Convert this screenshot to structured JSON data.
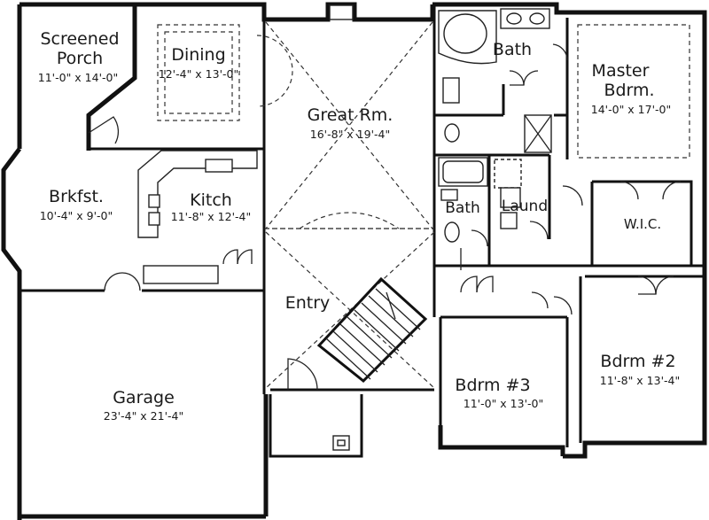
{
  "rooms": {
    "screened_porch": {
      "name_line1": "Screened",
      "name_line2": "Porch",
      "dims": "11'-0\" x 14'-0\""
    },
    "dining": {
      "name": "Dining",
      "dims": "12'-4\" x 13'-0\""
    },
    "great_room": {
      "name": "Great Rm.",
      "dims": "16'-8\" x 19'-4\""
    },
    "bath_master": {
      "name": "Bath"
    },
    "master_bdrm": {
      "name_line1": "Master",
      "name_line2": "Bdrm.",
      "dims": "14'-0\" x 17'-0\""
    },
    "brkfst": {
      "name": "Brkfst.",
      "dims": "10'-4\" x 9'-0\""
    },
    "kitchen": {
      "name": "Kitch",
      "dims": "11'-8\" x 12'-4\""
    },
    "bath_hall": {
      "name": "Bath"
    },
    "laundry": {
      "name": "Laund"
    },
    "wic": {
      "name": "W.I.C."
    },
    "entry": {
      "name": "Entry"
    },
    "garage": {
      "name": "Garage",
      "dims": "23'-4\" x 21'-4\""
    },
    "bdrm3": {
      "name": "Bdrm #3",
      "dims": "11'-0\" x 13'-0\""
    },
    "bdrm2": {
      "name": "Bdrm #2",
      "dims": "11'-8\" x 13'-4\""
    }
  }
}
